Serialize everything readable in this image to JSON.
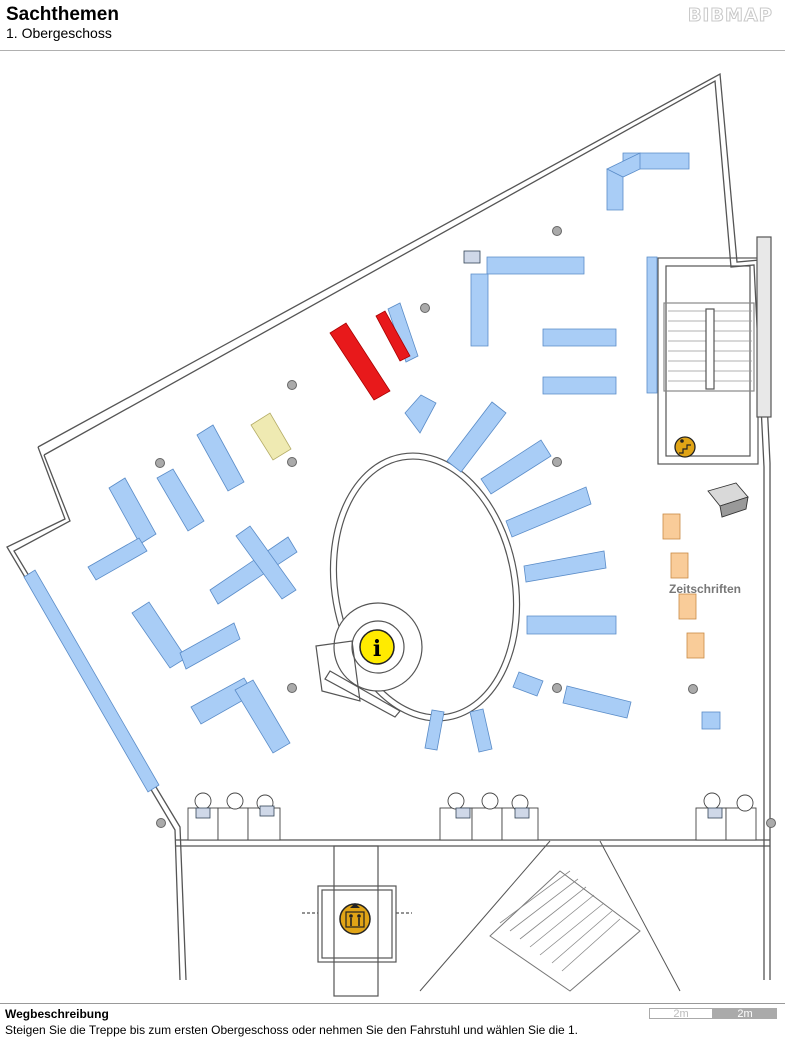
{
  "header": {
    "title": "Sachthemen",
    "floor": "1. Obergeschoss",
    "brand": "BIBMAP"
  },
  "map": {
    "labels": {
      "periodicals": "Zeitschriften"
    },
    "icons": {
      "info": "info-icon",
      "elevator": "elevator-icon",
      "stairs": "stairs-person-icon",
      "printer": "copier-icon",
      "computer": "computer-icon"
    },
    "colors": {
      "shelf": "#a9cdf6",
      "highlight": "#e8191b",
      "periodical_shelf": "#f9cc99",
      "reading_area": "#efeab2",
      "wall": "#555555"
    }
  },
  "footer": {
    "heading": "Wegbeschreibung",
    "directions": "Steigen Sie die Treppe bis zum ersten Obergeschoss oder nehmen Sie den Fahrstuhl und wählen Sie die 1.",
    "scale_left": "2m",
    "scale_right": "2m"
  }
}
